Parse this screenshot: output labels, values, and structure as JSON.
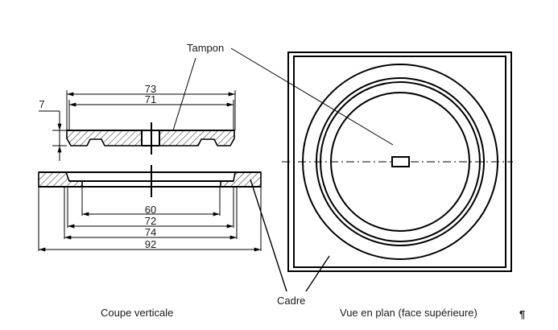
{
  "labels": {
    "tampon": "Tampon",
    "cadre": "Cadre",
    "section_caption": "Coupe verticale",
    "plan_caption": "Vue en plan (face supérieure)",
    "pilcrow": "¶"
  },
  "dimensions": {
    "tampon_outer": "73",
    "tampon_inner": "71",
    "tampon_thickness": "7",
    "cadre_opening": "60",
    "cadre_d72": "72",
    "cadre_d74": "74",
    "cadre_overall": "92"
  },
  "colors": {
    "line": "#000000",
    "text": "#1a1a1a",
    "background": "#ffffff"
  }
}
